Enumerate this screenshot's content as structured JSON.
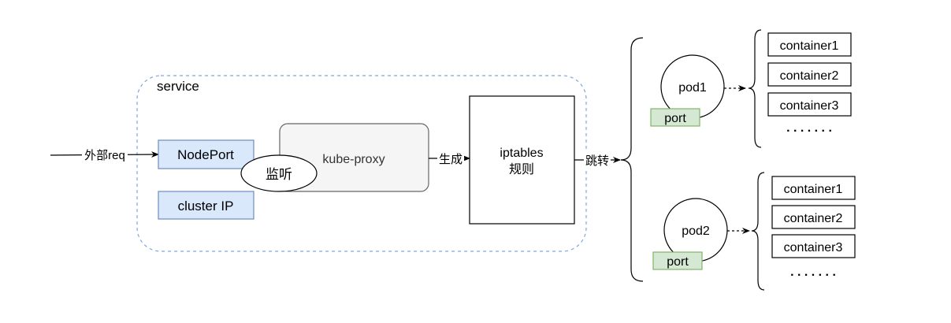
{
  "incoming": {
    "label": "外部req"
  },
  "service": {
    "label": "service",
    "nodeport": "NodePort",
    "cluster_ip": "cluster IP"
  },
  "kube_proxy": {
    "label": "kube-proxy",
    "listen": "监听"
  },
  "arrow_generate": "生成",
  "iptables": {
    "line1": "iptables",
    "line2": "规则"
  },
  "arrow_jump": "跳转",
  "pods": [
    {
      "name": "pod1",
      "port": "port",
      "containers": [
        "container1",
        "container2",
        "container3"
      ],
      "ellipsis": ". . . . . . ."
    },
    {
      "name": "pod2",
      "port": "port",
      "containers": [
        "container1",
        "container2",
        "container3"
      ],
      "ellipsis": ". . . . . . ."
    }
  ],
  "colors": {
    "service_border": "#7ea6e0",
    "nodeport_fill": "#dae8fc",
    "nodeport_border": "#6c8ebf",
    "proxy_fill": "#f5f5f5",
    "proxy_border": "#666666",
    "port_fill": "#d5e8d4",
    "port_border": "#82b366"
  }
}
